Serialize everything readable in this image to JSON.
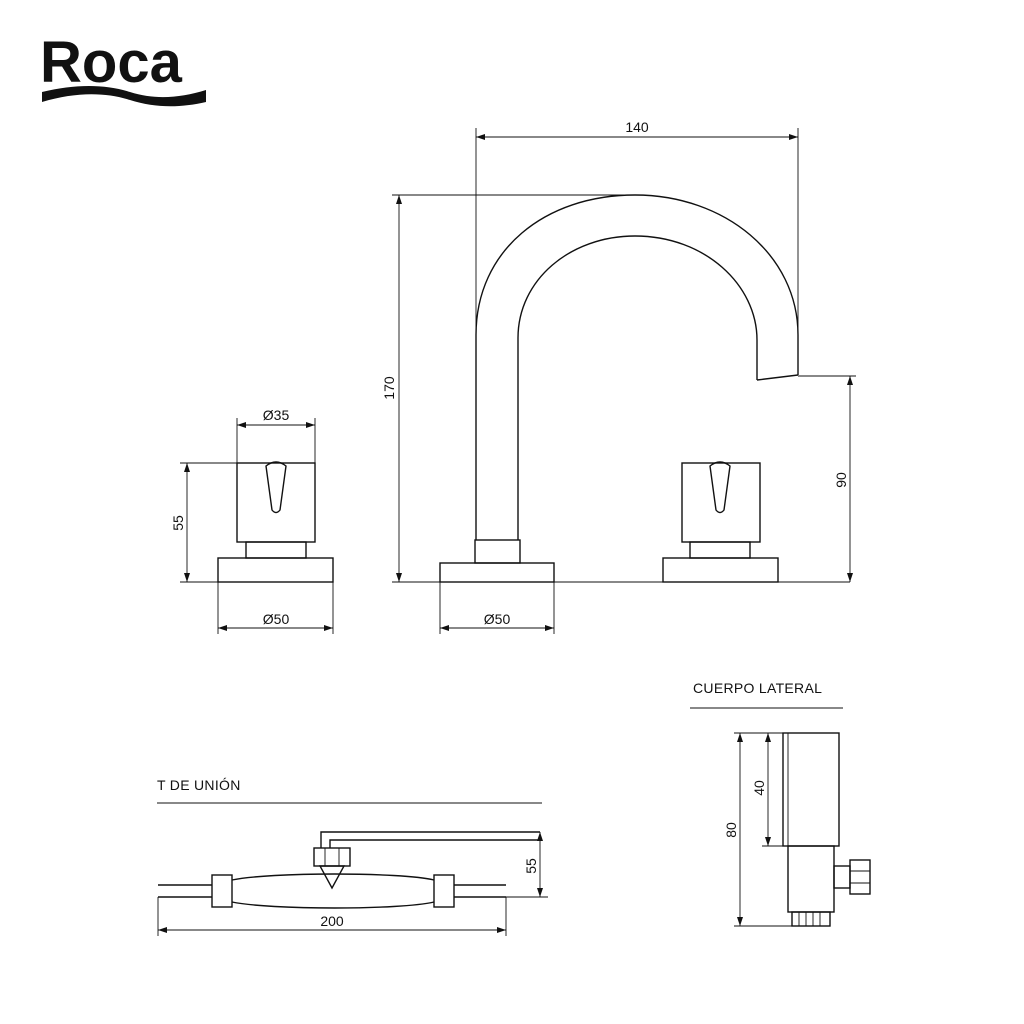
{
  "brand": {
    "logo_text": "Roca"
  },
  "front_view": {
    "dim_spout_reach": "140",
    "dim_total_height": "170",
    "dim_spout_outlet_height": "90",
    "dim_handle_diameter": "Ø35",
    "dim_handle_height": "55",
    "dim_left_base_diameter": "Ø50",
    "dim_center_base_diameter": "Ø50"
  },
  "t_union": {
    "title": "T DE UNIÓN",
    "dim_length": "200",
    "dim_height": "55"
  },
  "cuerpo_lateral": {
    "title": "CUERPO LATERAL",
    "dim_total": "80",
    "dim_upper": "40"
  }
}
